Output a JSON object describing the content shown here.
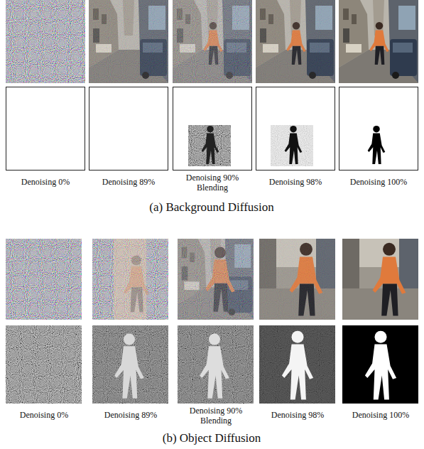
{
  "diagram": {
    "labels": [
      "Denoising 0%",
      "Denoising 89%",
      "Denoising 90% Blending",
      "Denoising 98%",
      "Denoising 100%",
      "(a) Background Diffusion",
      "Denoising 0%",
      "Denoising 89%",
      "Denoising 90% Blending",
      "Denoising 98%",
      "Denoising 100%",
      "(b) Object Diffusion"
    ]
  }
}
